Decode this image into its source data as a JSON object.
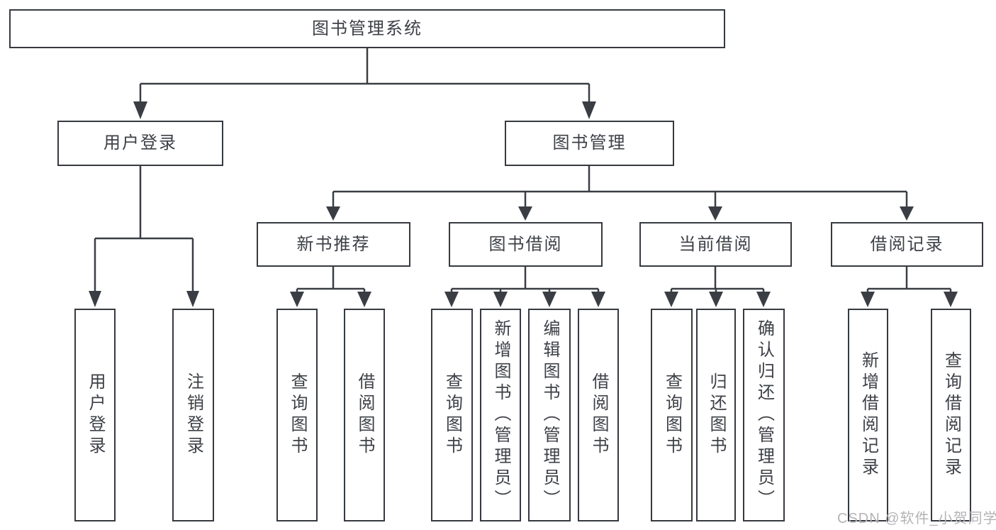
{
  "diagram": {
    "watermark": "CSDN @软件_小贺同学",
    "colors": {
      "line": "#3a3e44",
      "box_border": "#363a40",
      "box_fill": "#ffffff",
      "text": "#3d4046",
      "watermark": "#b4b4b6",
      "background": "#ffffff"
    },
    "tree": {
      "label": "图书管理系统",
      "children": [
        {
          "label": "用户登录",
          "children": [
            {
              "label": "用户登录"
            },
            {
              "label": "注销登录"
            }
          ]
        },
        {
          "label": "图书管理",
          "children": [
            {
              "label": "新书推荐",
              "children": [
                {
                  "label": "查询图书"
                },
                {
                  "label": "借阅图书"
                }
              ]
            },
            {
              "label": "图书借阅",
              "children": [
                {
                  "label": "查询图书"
                },
                {
                  "label": "新增图书（管理员）"
                },
                {
                  "label": "编辑图书（管理员）"
                },
                {
                  "label": "借阅图书"
                }
              ]
            },
            {
              "label": "当前借阅",
              "children": [
                {
                  "label": "查询图书"
                },
                {
                  "label": "归还图书"
                },
                {
                  "label": "确认归还（管理员）"
                }
              ]
            },
            {
              "label": "借阅记录",
              "children": [
                {
                  "label": "新增借阅记录"
                },
                {
                  "label": "查询借阅记录"
                }
              ]
            }
          ]
        }
      ]
    }
  }
}
